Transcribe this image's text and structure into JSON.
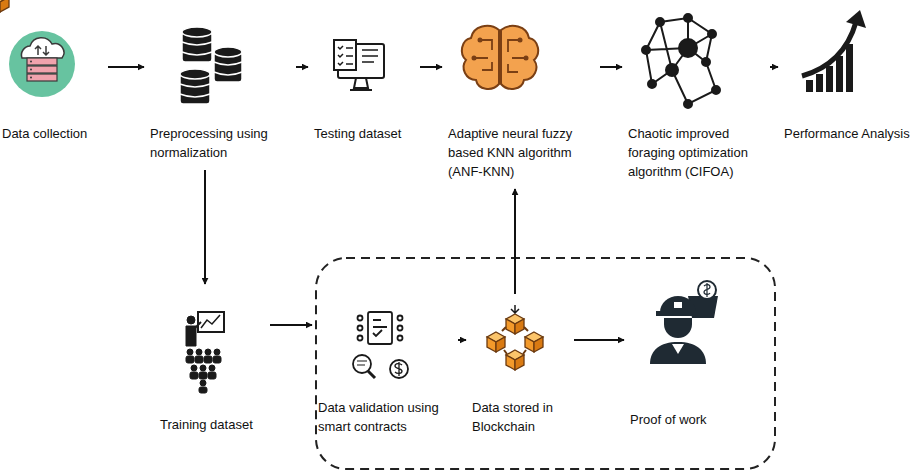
{
  "diagram": {
    "nodes": [
      {
        "text": [
          "Data collection"
        ]
      },
      {
        "text": [
          "Preprocessing using normalization"
        ]
      },
      {
        "text": [
          "Testing dataset"
        ]
      },
      {
        "text": [
          "Adaptive neural fuzzy based KNN algorithm (ANF-KNN)"
        ]
      },
      {
        "text": [
          "Chaotic improved foraging optimization algorithm (CIFOA)"
        ]
      },
      {
        "text": [
          "Performance Analysis"
        ]
      },
      {
        "text": [
          "Training dataset"
        ]
      },
      {
        "text": [
          "Data validation using smart contracts"
        ]
      },
      {
        "text": [
          "Data stored in Blockchain"
        ]
      },
      {
        "text": [
          "Proof of work"
        ]
      }
    ],
    "edges": [
      {
        "from": 0,
        "to": 1,
        "arrow": "to"
      },
      {
        "from": 1,
        "to": 2,
        "arrow": "to"
      },
      {
        "from": 2,
        "to": 3,
        "arrow": "to"
      },
      {
        "from": 3,
        "to": 4,
        "arrow": "to"
      },
      {
        "from": 4,
        "to": 5,
        "arrow": "to"
      },
      {
        "from": 1,
        "to": 6,
        "arrow": "to"
      },
      {
        "from": 6,
        "to": 7,
        "arrow": "to"
      },
      {
        "from": 7,
        "to": 8,
        "arrow": "to"
      },
      {
        "from": 8,
        "to": 9,
        "arrow": "to"
      },
      {
        "from": 8,
        "to": 3,
        "arrow": "to"
      }
    ]
  }
}
